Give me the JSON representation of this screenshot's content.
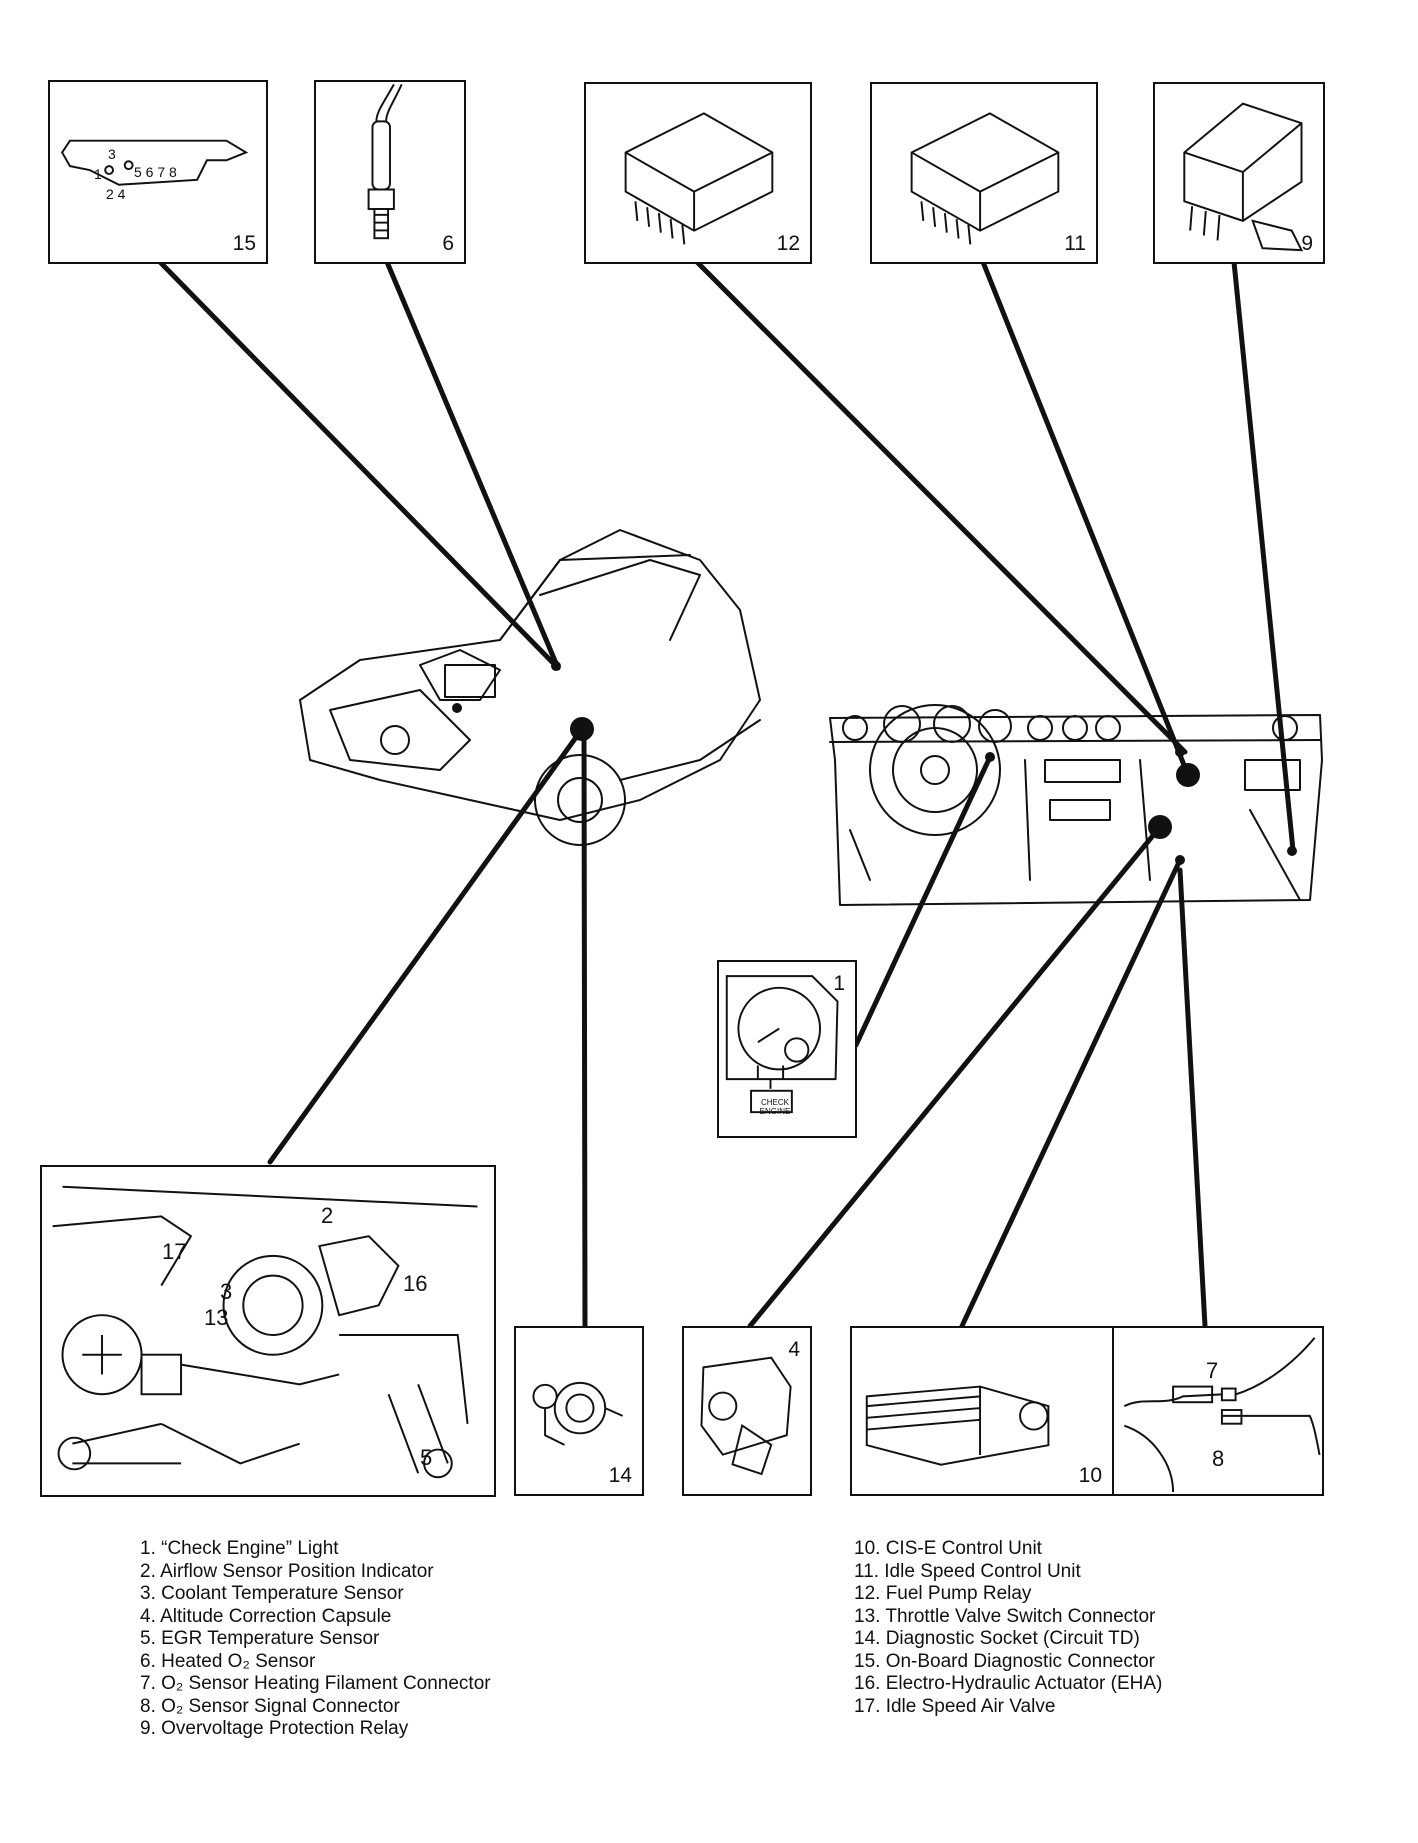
{
  "callouts": {
    "c15": {
      "number": "15",
      "pins_top": "3",
      "pins_bottom": "5  6  7  8",
      "pins_left1": "1",
      "pins_left2": "2  4"
    },
    "c6": {
      "number": "6"
    },
    "c12": {
      "number": "12"
    },
    "c11": {
      "number": "11"
    },
    "c9": {
      "number": "9"
    },
    "c1": {
      "number": "1",
      "check_engine": "CHECK ENGINE"
    },
    "engine": {
      "label2": "2",
      "label17": "17",
      "label3": "3",
      "label16": "16",
      "label13": "13",
      "label5": "5"
    },
    "c14": {
      "number": "14"
    },
    "c4": {
      "number": "4"
    },
    "c10": {
      "number": "10"
    },
    "c78": {
      "label7": "7",
      "label8": "8"
    }
  },
  "legend_left": [
    "1. “Check Engine” Light",
    "2. Airflow Sensor Position Indicator",
    "3. Coolant Temperature Sensor",
    "4. Altitude Correction Capsule",
    "5. EGR Temperature Sensor",
    "6. Heated O₂ Sensor",
    "7. O₂ Sensor Heating Filament Connector",
    "8. O₂ Sensor Signal Connector",
    "9. Overvoltage Protection Relay"
  ],
  "legend_right": [
    "10. CIS-E Control Unit",
    "11. Idle Speed Control Unit",
    "12. Fuel Pump Relay",
    "13. Throttle Valve Switch Connector",
    "14. Diagnostic Socket (Circuit TD)",
    "15. On-Board Diagnostic Connector",
    "16. Electro-Hydraulic Actuator (EHA)",
    "17. Idle Speed Air Valve"
  ]
}
